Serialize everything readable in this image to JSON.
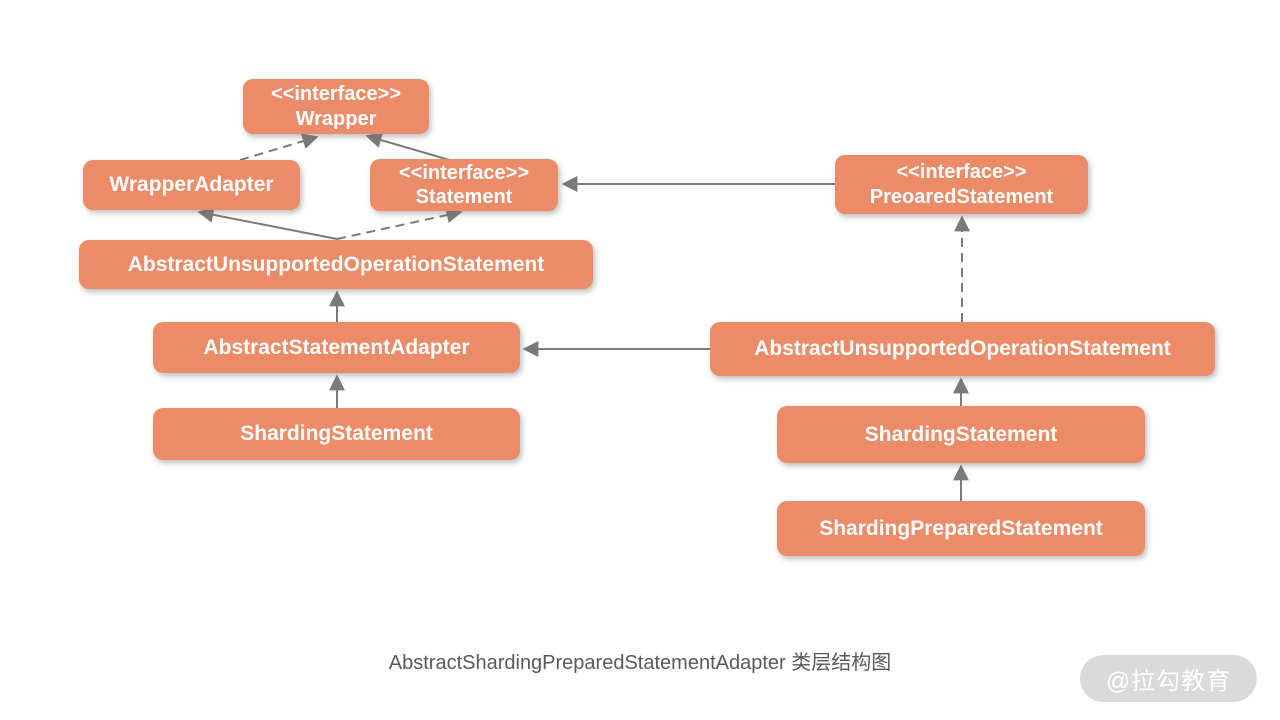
{
  "diagram": {
    "caption": "AbstractShardingPreparedStatementAdapter 类层结构图",
    "watermark": "@拉勾教育",
    "colors": {
      "node_fill": "#EB8B67",
      "node_text": "#FFFFFF",
      "arrow": "#7A7A7A",
      "caption_text": "#595959",
      "watermark_bg": "#D6D6D6",
      "watermark_text": "#FFFFFF",
      "background": "#FFFFFF"
    },
    "nodes": [
      {
        "id": "wrapper",
        "stereotype": "<<interface>>",
        "name": "Wrapper"
      },
      {
        "id": "wrapper-adapter",
        "name": "WrapperAdapter"
      },
      {
        "id": "statement",
        "stereotype": "<<interface>>",
        "name": "Statement"
      },
      {
        "id": "preoared-statement",
        "stereotype": "<<interface>>",
        "name": "PreoaredStatement"
      },
      {
        "id": "abstract-unsupported-operation-statement-left",
        "name": "AbstractUnsupportedOperationStatement"
      },
      {
        "id": "abstract-statement-adapter",
        "name": "AbstractStatementAdapter"
      },
      {
        "id": "sharding-statement-left",
        "name": "ShardingStatement"
      },
      {
        "id": "abstract-unsupported-operation-statement-right",
        "name": "AbstractUnsupportedOperationStatement"
      },
      {
        "id": "sharding-statement-right",
        "name": "ShardingStatement"
      },
      {
        "id": "sharding-prepared-statement",
        "name": "ShardingPreparedStatement"
      }
    ],
    "edges": [
      {
        "from": "WrapperAdapter",
        "to": "Wrapper",
        "style": "dashed"
      },
      {
        "from": "Statement",
        "to": "Wrapper",
        "style": "solid"
      },
      {
        "from": "PreoaredStatement",
        "to": "Statement",
        "style": "solid"
      },
      {
        "from": "AbstractUnsupportedOperationStatement-left",
        "to": "WrapperAdapter",
        "style": "solid"
      },
      {
        "from": "AbstractUnsupportedOperationStatement-left",
        "to": "Statement",
        "style": "dashed"
      },
      {
        "from": "AbstractUnsupportedOperationStatement-right",
        "to": "PreoaredStatement",
        "style": "dashed"
      },
      {
        "from": "AbstractStatementAdapter",
        "to": "AbstractUnsupportedOperationStatement-left",
        "style": "solid"
      },
      {
        "from": "ShardingStatement-left",
        "to": "AbstractStatementAdapter",
        "style": "solid"
      },
      {
        "from": "AbstractUnsupportedOperationStatement-right",
        "to": "AbstractStatementAdapter",
        "style": "solid"
      },
      {
        "from": "ShardingStatement-right",
        "to": "AbstractUnsupportedOperationStatement-right",
        "style": "solid"
      },
      {
        "from": "ShardingPreparedStatement",
        "to": "ShardingStatement-right",
        "style": "solid"
      }
    ]
  }
}
